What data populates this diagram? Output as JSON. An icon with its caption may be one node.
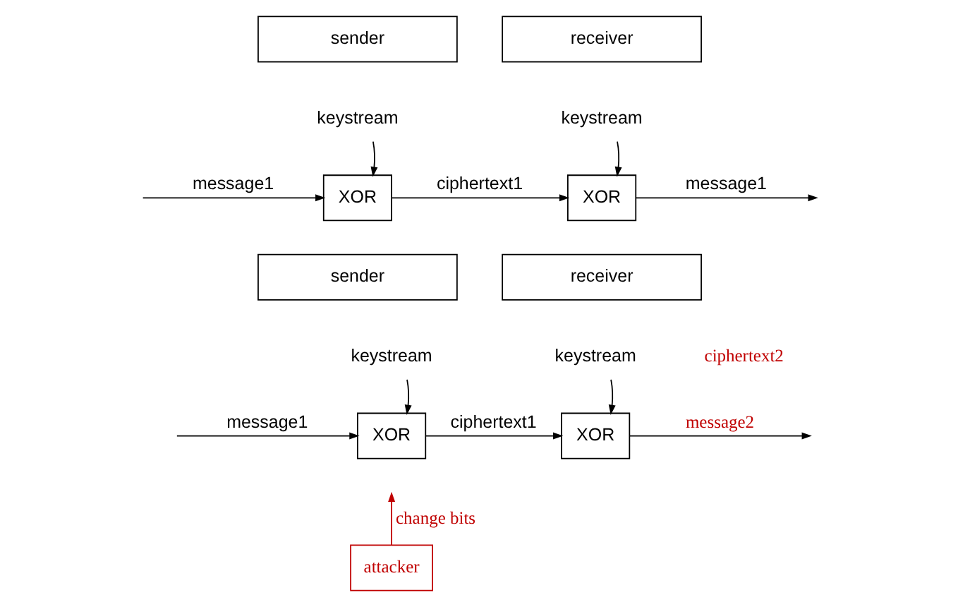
{
  "diagram": {
    "nodes": [
      {
        "text": [
          "sender"
        ]
      },
      {
        "text": [
          "receiver"
        ]
      },
      {
        "text": [
          "keystream"
        ]
      },
      {
        "text": [
          "keystream"
        ]
      },
      {
        "text": [
          "XOR"
        ]
      },
      {
        "text": [
          "XOR"
        ]
      },
      {
        "text": [
          "sender"
        ]
      },
      {
        "text": [
          "receiver"
        ]
      },
      {
        "text": [
          "keystream"
        ]
      },
      {
        "text": [
          "keystream"
        ]
      },
      {
        "text": [
          "XOR"
        ]
      },
      {
        "text": [
          "XOR"
        ]
      },
      {
        "text": [
          "attacker"
        ]
      }
    ],
    "edges": [
      {
        "from": 2,
        "to": 4,
        "arrow": "to"
      },
      {
        "from": null,
        "to": 4,
        "arrow": "to",
        "label": "message1"
      },
      {
        "from": 4,
        "to": 5,
        "arrow": "to",
        "label": "ciphertext1"
      },
      {
        "from": 3,
        "to": 5,
        "arrow": "to"
      },
      {
        "from": 5,
        "to": null,
        "arrow": "to",
        "label": "message1"
      },
      {
        "from": 8,
        "to": 10,
        "arrow": "to"
      },
      {
        "from": null,
        "to": 10,
        "arrow": "to",
        "label": "message1"
      },
      {
        "from": 10,
        "to": 11,
        "arrow": "to",
        "label": "ciphertext1"
      },
      {
        "from": 9,
        "to": 11,
        "arrow": "to"
      },
      {
        "from": 11,
        "to": null,
        "arrow": "to",
        "label": "message2"
      },
      {
        "from": 12,
        "to": null,
        "arrow": "to",
        "label": "change bits",
        "color": "#c00000"
      }
    ],
    "labels": [
      "ciphertext2"
    ]
  }
}
